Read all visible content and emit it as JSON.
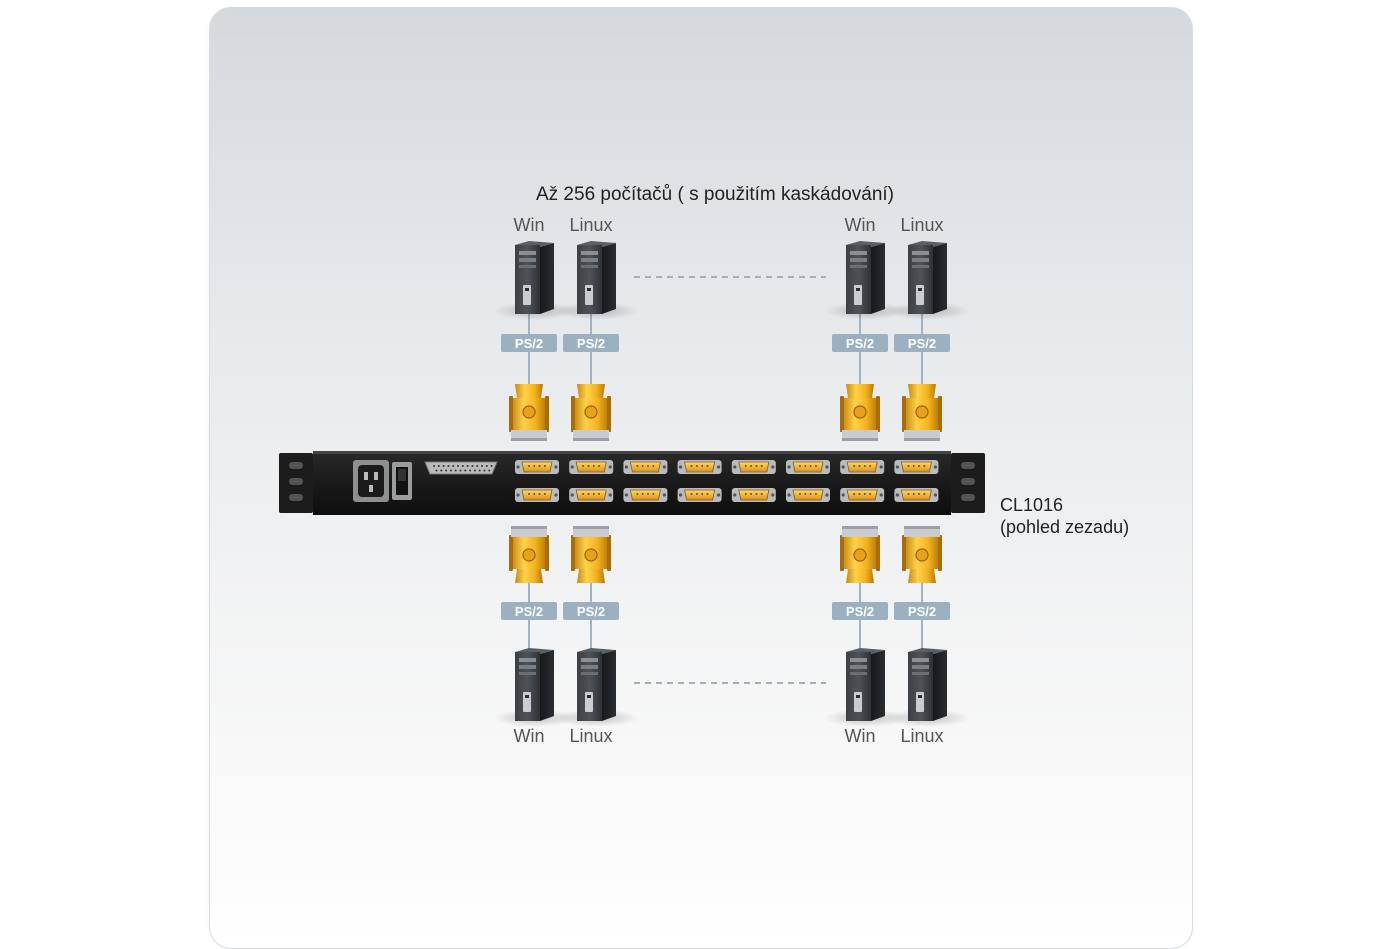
{
  "title": "Až 256 počítačů ( s použitím kaskádování)",
  "device": {
    "name": "CL1016",
    "view": "(pohled zezadu)"
  },
  "top_computers": [
    {
      "os": "Win",
      "cable": "PS/2"
    },
    {
      "os": "Linux",
      "cable": "PS/2"
    },
    {
      "os": "Win",
      "cable": "PS/2"
    },
    {
      "os": "Linux",
      "cable": "PS/2"
    }
  ],
  "bottom_computers": [
    {
      "os": "Win",
      "cable": "PS/2"
    },
    {
      "os": "Linux",
      "cable": "PS/2"
    },
    {
      "os": "Win",
      "cable": "PS/2"
    },
    {
      "os": "Linux",
      "cable": "PS/2"
    }
  ],
  "ports": {
    "rows": 2,
    "per_row": 8
  },
  "colors": {
    "cable_label_bg": "#9bb0c0",
    "connector": "#f0b020",
    "chassis": "#1f1f1f",
    "tower": "#2a2d30"
  }
}
